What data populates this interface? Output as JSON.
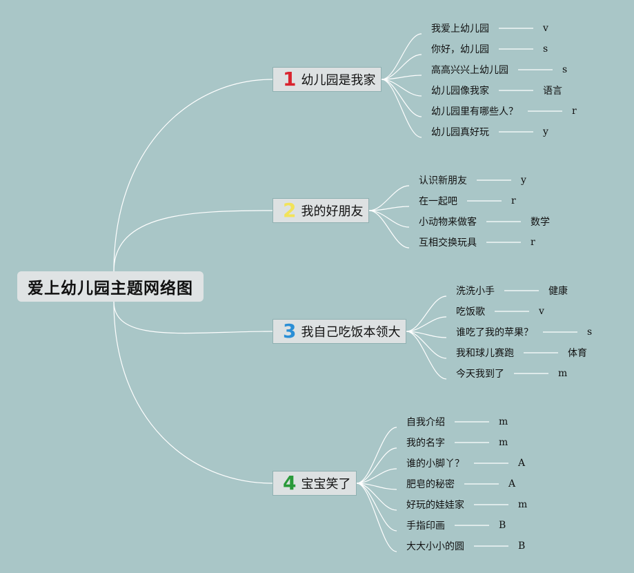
{
  "root": {
    "title": "爱上幼儿园主题网络图"
  },
  "colors": {
    "background": "#a9c6c7",
    "line": "#ffffff",
    "num1": "#d9242f",
    "num2": "#f2e35a",
    "num3": "#2b8fd6",
    "num4": "#2a9a3a"
  },
  "branches": [
    {
      "num": "1",
      "label": "幼儿园是我家",
      "items": [
        {
          "text": "我爱上幼儿园",
          "tag": "v"
        },
        {
          "text": "你好，幼儿园",
          "tag": "s"
        },
        {
          "text": "高高兴兴上幼儿园",
          "tag": "s"
        },
        {
          "text": "幼儿园像我家",
          "tag": "语言"
        },
        {
          "text": "幼儿园里有哪些人？",
          "tag": "r"
        },
        {
          "text": "幼儿园真好玩",
          "tag": "y"
        }
      ]
    },
    {
      "num": "2",
      "label": "我的好朋友",
      "items": [
        {
          "text": "认识新朋友",
          "tag": "y"
        },
        {
          "text": "在一起吧",
          "tag": "r"
        },
        {
          "text": "小动物来做客",
          "tag": "数学"
        },
        {
          "text": "互相交换玩具",
          "tag": "r"
        }
      ]
    },
    {
      "num": "3",
      "label": "我自己吃饭本领大",
      "items": [
        {
          "text": "洗洗小手",
          "tag": "健康"
        },
        {
          "text": "吃饭歌",
          "tag": "v"
        },
        {
          "text": "谁吃了我的苹果？",
          "tag": "s"
        },
        {
          "text": "我和球儿赛跑",
          "tag": "体育"
        },
        {
          "text": "今天我到了",
          "tag": "m"
        }
      ]
    },
    {
      "num": "4",
      "label": "宝宝笑了",
      "items": [
        {
          "text": "自我介绍",
          "tag": "m"
        },
        {
          "text": "我的名字",
          "tag": "m"
        },
        {
          "text": "谁的小脚丫？",
          "tag": "A"
        },
        {
          "text": "肥皂的秘密",
          "tag": "A"
        },
        {
          "text": "好玩的娃娃家",
          "tag": "m"
        },
        {
          "text": "手指印画",
          "tag": "B"
        },
        {
          "text": "大大小小的圆",
          "tag": "B"
        }
      ]
    }
  ]
}
